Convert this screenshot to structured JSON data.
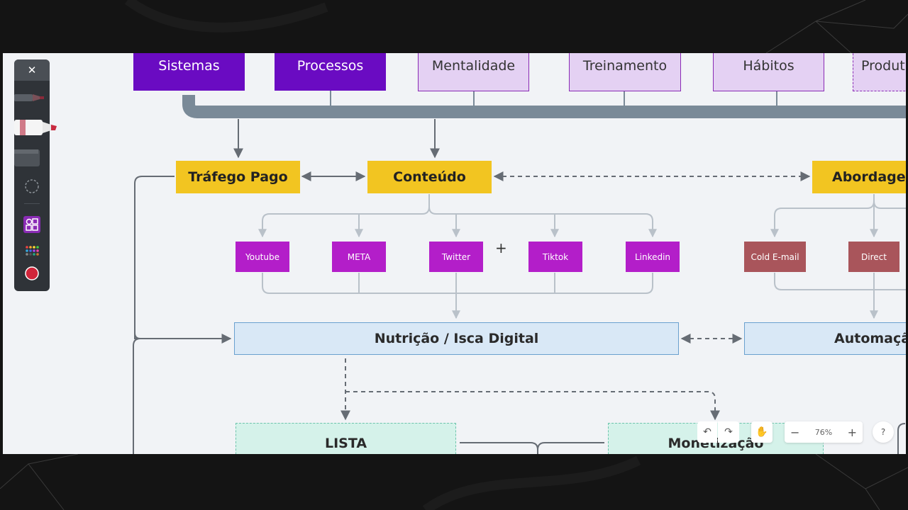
{
  "categories": [
    "Sistemas",
    "Processos",
    "Mentalidade",
    "Treinamento",
    "Hábitos",
    "Produt"
  ],
  "channels": {
    "trafego": "Tráfego Pago",
    "conteudo": "Conteúdo",
    "abordagem": "Abordager"
  },
  "social": [
    "Youtube",
    "META",
    "Twitter",
    "Tiktok",
    "Linkedin"
  ],
  "outreach": [
    "Cold E-mail",
    "Direct"
  ],
  "nutricao": "Nutrição / Isca Digital",
  "automacao": "Automaçã",
  "lista": "LISTA",
  "monetizacao": "Monetização",
  "colors": {
    "dark_purple": "#6a0bc2",
    "light_purple": "#e4d1f3",
    "yellow": "#f2c521",
    "magenta": "#b31ec9",
    "rust": "#a9555b",
    "blue": "#d9e8f6",
    "mint": "#d5f2ea",
    "record": "#d0253a"
  },
  "toolbar": {
    "close": "✕",
    "tools": [
      "pen-icon",
      "marker-icon",
      "eraser-icon",
      "lasso-icon",
      "shapes-icon",
      "palette-icon",
      "color-dot-icon"
    ]
  },
  "controls": {
    "undo": "↶",
    "redo": "↷",
    "pan": "✋",
    "zoom_out": "−",
    "zoom": "76%",
    "zoom_in": "+",
    "help": "?"
  }
}
